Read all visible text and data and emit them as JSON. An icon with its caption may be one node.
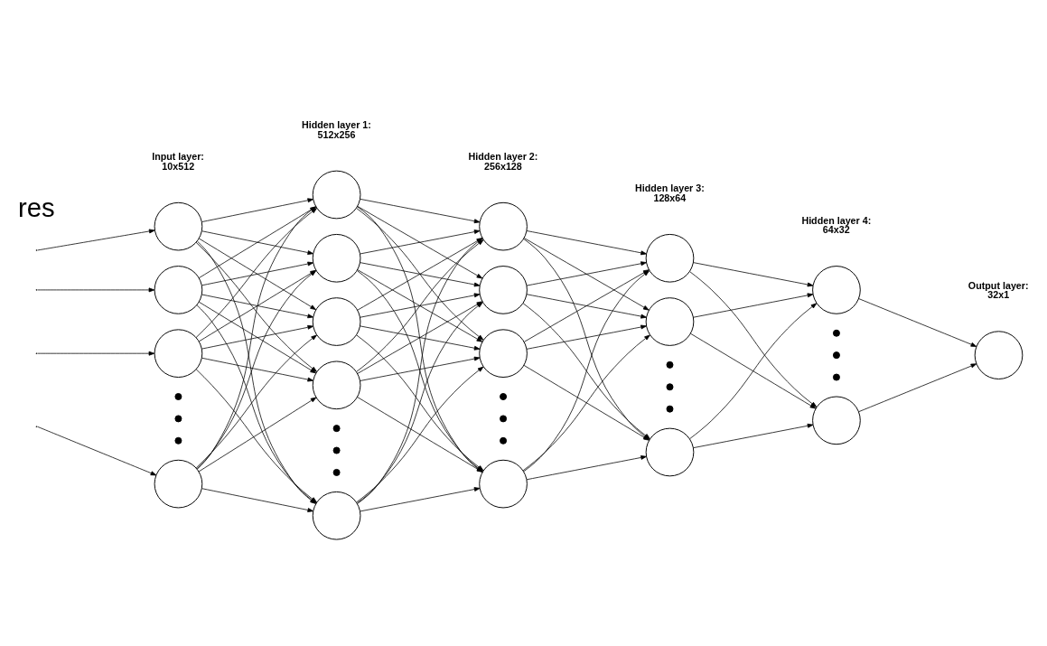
{
  "diagram": {
    "nodes": [
      {
        "text": [],
        "shape": "circle"
      },
      {
        "text": [],
        "shape": "circle"
      },
      {
        "text": [],
        "shape": "circle"
      },
      {
        "text": [],
        "shape": "circle"
      },
      {
        "text": [],
        "shape": "circle"
      },
      {
        "text": [],
        "shape": "circle"
      },
      {
        "text": [],
        "shape": "circle"
      },
      {
        "text": [],
        "shape": "circle"
      },
      {
        "text": [],
        "shape": "circle"
      },
      {
        "text": [],
        "shape": "circle"
      },
      {
        "text": [],
        "shape": "circle"
      },
      {
        "text": [],
        "shape": "circle"
      },
      {
        "text": [],
        "shape": "circle"
      },
      {
        "text": [],
        "shape": "circle"
      },
      {
        "text": [],
        "shape": "circle"
      },
      {
        "text": [],
        "shape": "circle"
      },
      {
        "text": [],
        "shape": "circle"
      },
      {
        "text": [],
        "shape": "circle"
      },
      {
        "text": [],
        "shape": "circle"
      }
    ],
    "edges": [
      {
        "from": null,
        "to": 0,
        "arrow": "to"
      },
      {
        "from": null,
        "to": 1,
        "arrow": "to"
      },
      {
        "from": null,
        "to": 2,
        "arrow": "to"
      },
      {
        "from": null,
        "to": 3,
        "arrow": "to"
      },
      {
        "from": 0,
        "to": 4,
        "arrow": "to"
      },
      {
        "from": 0,
        "to": 5,
        "arrow": "to"
      },
      {
        "from": 0,
        "to": 6,
        "arrow": "to"
      },
      {
        "from": 0,
        "to": 7,
        "arrow": "to"
      },
      {
        "from": 0,
        "to": 8,
        "arrow": "to"
      },
      {
        "from": 1,
        "to": 4,
        "arrow": "to"
      },
      {
        "from": 1,
        "to": 5,
        "arrow": "to"
      },
      {
        "from": 1,
        "to": 6,
        "arrow": "to"
      },
      {
        "from": 1,
        "to": 7,
        "arrow": "to"
      },
      {
        "from": 1,
        "to": 8,
        "arrow": "to"
      },
      {
        "from": 2,
        "to": 4,
        "arrow": "to"
      },
      {
        "from": 2,
        "to": 5,
        "arrow": "to"
      },
      {
        "from": 2,
        "to": 6,
        "arrow": "to"
      },
      {
        "from": 2,
        "to": 7,
        "arrow": "to"
      },
      {
        "from": 2,
        "to": 8,
        "arrow": "to"
      },
      {
        "from": 3,
        "to": 4,
        "arrow": "to"
      },
      {
        "from": 3,
        "to": 5,
        "arrow": "to"
      },
      {
        "from": 3,
        "to": 6,
        "arrow": "to"
      },
      {
        "from": 3,
        "to": 7,
        "arrow": "to"
      },
      {
        "from": 3,
        "to": 8,
        "arrow": "to"
      },
      {
        "from": 4,
        "to": 9,
        "arrow": "to"
      },
      {
        "from": 4,
        "to": 10,
        "arrow": "to"
      },
      {
        "from": 4,
        "to": 11,
        "arrow": "to"
      },
      {
        "from": 4,
        "to": 12,
        "arrow": "to"
      },
      {
        "from": 5,
        "to": 9,
        "arrow": "to"
      },
      {
        "from": 5,
        "to": 10,
        "arrow": "to"
      },
      {
        "from": 5,
        "to": 11,
        "arrow": "to"
      },
      {
        "from": 5,
        "to": 12,
        "arrow": "to"
      },
      {
        "from": 6,
        "to": 9,
        "arrow": "to"
      },
      {
        "from": 6,
        "to": 10,
        "arrow": "to"
      },
      {
        "from": 6,
        "to": 11,
        "arrow": "to"
      },
      {
        "from": 6,
        "to": 12,
        "arrow": "to"
      },
      {
        "from": 7,
        "to": 9,
        "arrow": "to"
      },
      {
        "from": 7,
        "to": 10,
        "arrow": "to"
      },
      {
        "from": 7,
        "to": 11,
        "arrow": "to"
      },
      {
        "from": 7,
        "to": 12,
        "arrow": "to"
      },
      {
        "from": 8,
        "to": 9,
        "arrow": "to"
      },
      {
        "from": 8,
        "to": 10,
        "arrow": "to"
      },
      {
        "from": 8,
        "to": 11,
        "arrow": "to"
      },
      {
        "from": 8,
        "to": 12,
        "arrow": "to"
      },
      {
        "from": 9,
        "to": 13,
        "arrow": "to"
      },
      {
        "from": 9,
        "to": 14,
        "arrow": "to"
      },
      {
        "from": 9,
        "to": 15,
        "arrow": "to"
      },
      {
        "from": 10,
        "to": 13,
        "arrow": "to"
      },
      {
        "from": 10,
        "to": 14,
        "arrow": "to"
      },
      {
        "from": 10,
        "to": 15,
        "arrow": "to"
      },
      {
        "from": 11,
        "to": 13,
        "arrow": "to"
      },
      {
        "from": 11,
        "to": 14,
        "arrow": "to"
      },
      {
        "from": 11,
        "to": 15,
        "arrow": "to"
      },
      {
        "from": 12,
        "to": 13,
        "arrow": "to"
      },
      {
        "from": 12,
        "to": 14,
        "arrow": "to"
      },
      {
        "from": 12,
        "to": 15,
        "arrow": "to"
      },
      {
        "from": 13,
        "to": 16,
        "arrow": "to"
      },
      {
        "from": 13,
        "to": 17,
        "arrow": "to"
      },
      {
        "from": 14,
        "to": 16,
        "arrow": "to"
      },
      {
        "from": 14,
        "to": 17,
        "arrow": "to"
      },
      {
        "from": 15,
        "to": 16,
        "arrow": "to"
      },
      {
        "from": 15,
        "to": 17,
        "arrow": "to"
      },
      {
        "from": 16,
        "to": 18,
        "arrow": "to"
      },
      {
        "from": 17,
        "to": 18,
        "arrow": "to"
      }
    ],
    "labels": [
      "Input layer: 10x512",
      "Hidden layer 1: 512x256",
      "Hidden layer 2: 256x128",
      "Hidden layer 3: 128x64",
      "Hidden layer 4: 64x32",
      "Output layer: 32x1",
      "res"
    ]
  }
}
